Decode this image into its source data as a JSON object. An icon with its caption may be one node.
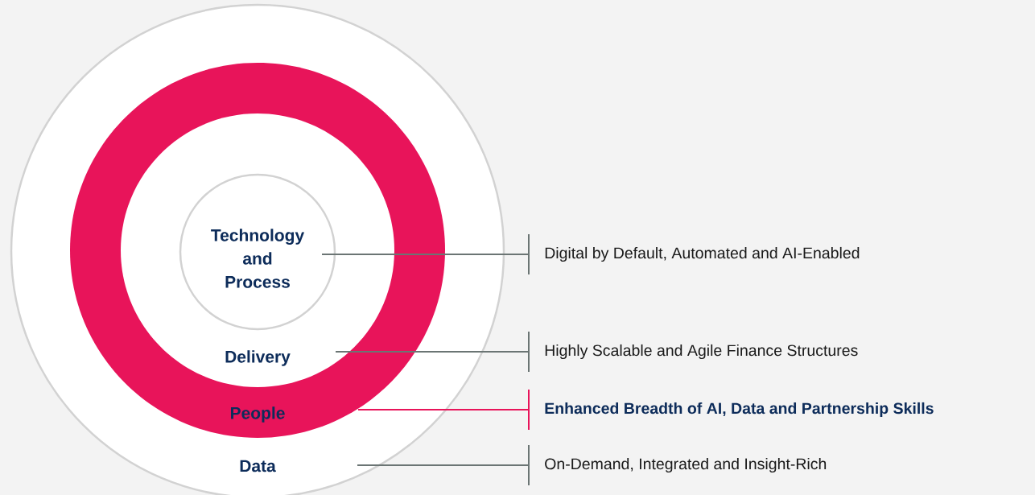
{
  "diagram": {
    "nodes": [
      {
        "text": [
          "Data"
        ]
      },
      {
        "text": [
          "People"
        ],
        "in": 0
      },
      {
        "text": [
          "Delivery"
        ],
        "in": 1
      },
      {
        "text": [
          "Technology and Process"
        ],
        "in": 2
      },
      {
        "text": [
          "Digital by Default, Automated and AI-Enabled"
        ]
      },
      {
        "text": [
          "Highly Scalable and Agile Finance Structures"
        ]
      },
      {
        "text": [
          "Enhanced Breadth of AI, Data and Partnership Skills"
        ]
      },
      {
        "text": [
          "On-Demand, Integrated and Insight-Rich"
        ]
      }
    ],
    "edges": [
      {
        "from": 3,
        "to": 4,
        "arrow": "none"
      },
      {
        "from": 2,
        "to": 5,
        "arrow": "none"
      },
      {
        "from": 1,
        "to": 6,
        "arrow": "none",
        "color": "#e8145a"
      },
      {
        "from": 0,
        "to": 7,
        "arrow": "none"
      }
    ]
  }
}
